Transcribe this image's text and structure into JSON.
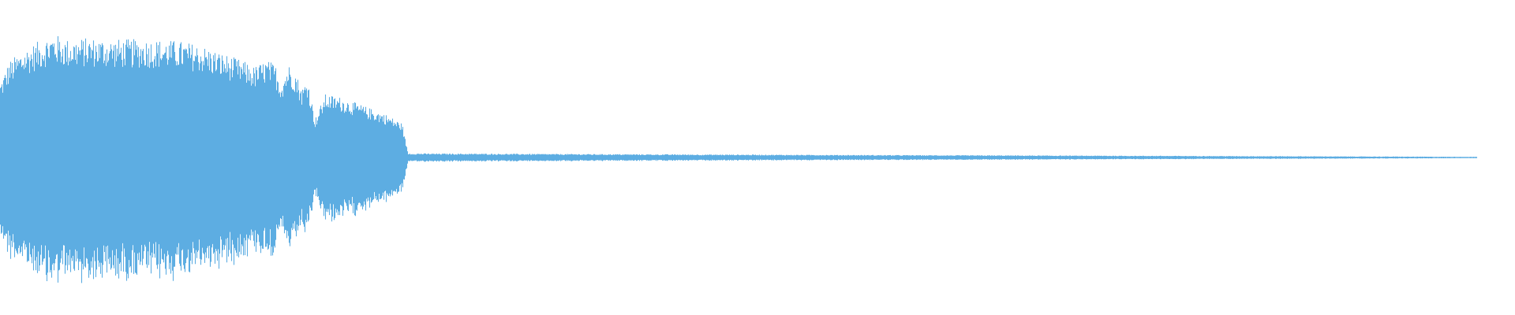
{
  "waveform": {
    "color": "#5dade2",
    "background": "#ffffff",
    "amplitude_envelope": [
      [
        0.0,
        0.55
      ],
      [
        0.006,
        0.7
      ],
      [
        0.015,
        0.78
      ],
      [
        0.025,
        0.84
      ],
      [
        0.036,
        0.9
      ],
      [
        0.045,
        0.86
      ],
      [
        0.06,
        0.87
      ],
      [
        0.08,
        0.86
      ],
      [
        0.1,
        0.86
      ],
      [
        0.12,
        0.85
      ],
      [
        0.135,
        0.82
      ],
      [
        0.15,
        0.76
      ],
      [
        0.165,
        0.7
      ],
      [
        0.172,
        0.66
      ],
      [
        0.18,
        0.71
      ],
      [
        0.186,
        0.68
      ],
      [
        0.19,
        0.55
      ],
      [
        0.195,
        0.68
      ],
      [
        0.2,
        0.62
      ],
      [
        0.204,
        0.5
      ],
      [
        0.208,
        0.58
      ],
      [
        0.213,
        0.28
      ],
      [
        0.22,
        0.46
      ],
      [
        0.23,
        0.44
      ],
      [
        0.245,
        0.38
      ],
      [
        0.26,
        0.32
      ],
      [
        0.272,
        0.25
      ],
      [
        0.276,
        0.03
      ],
      [
        0.4,
        0.025
      ],
      [
        0.6,
        0.018
      ],
      [
        0.8,
        0.012
      ],
      [
        1.0,
        0.005
      ]
    ]
  }
}
